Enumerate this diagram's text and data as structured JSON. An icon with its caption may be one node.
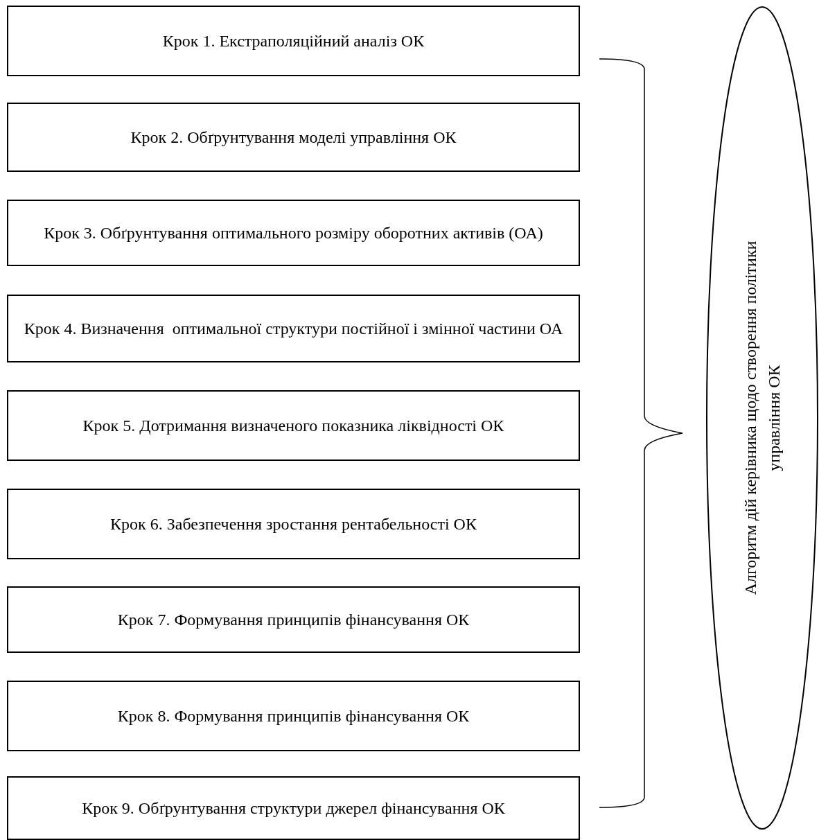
{
  "diagram": {
    "nodes": [
      {
        "text": [
          "Крок 1. Екстраполяційний аналіз ОК"
        ]
      },
      {
        "text": [
          "Крок 2. Обґрунтування моделі управління ОК"
        ]
      },
      {
        "text": [
          "Крок 3. Обґрунтування оптимального розміру оборотних активів (ОА)"
        ]
      },
      {
        "text": [
          "Крок 4. Визначення  оптимальної структури постійної і змінної частини ОА"
        ]
      },
      {
        "text": [
          "Крок 5. Дотримання визначеного показника ліквідності ОК"
        ]
      },
      {
        "text": [
          "Крок 6. Забезпечення зростання рентабельності ОК"
        ]
      },
      {
        "text": [
          "Крок 7. Формування принципів фінансування ОК"
        ]
      },
      {
        "text": [
          "Крок 8. Формування принципів фінансування ОК"
        ]
      },
      {
        "text": [
          "Крок 9. Обґрунтування структури джерел фінансування ОК"
        ]
      },
      {
        "text": [
          "Алгоритм дій керівника щодо створення політики управління ОК"
        ]
      }
    ]
  }
}
